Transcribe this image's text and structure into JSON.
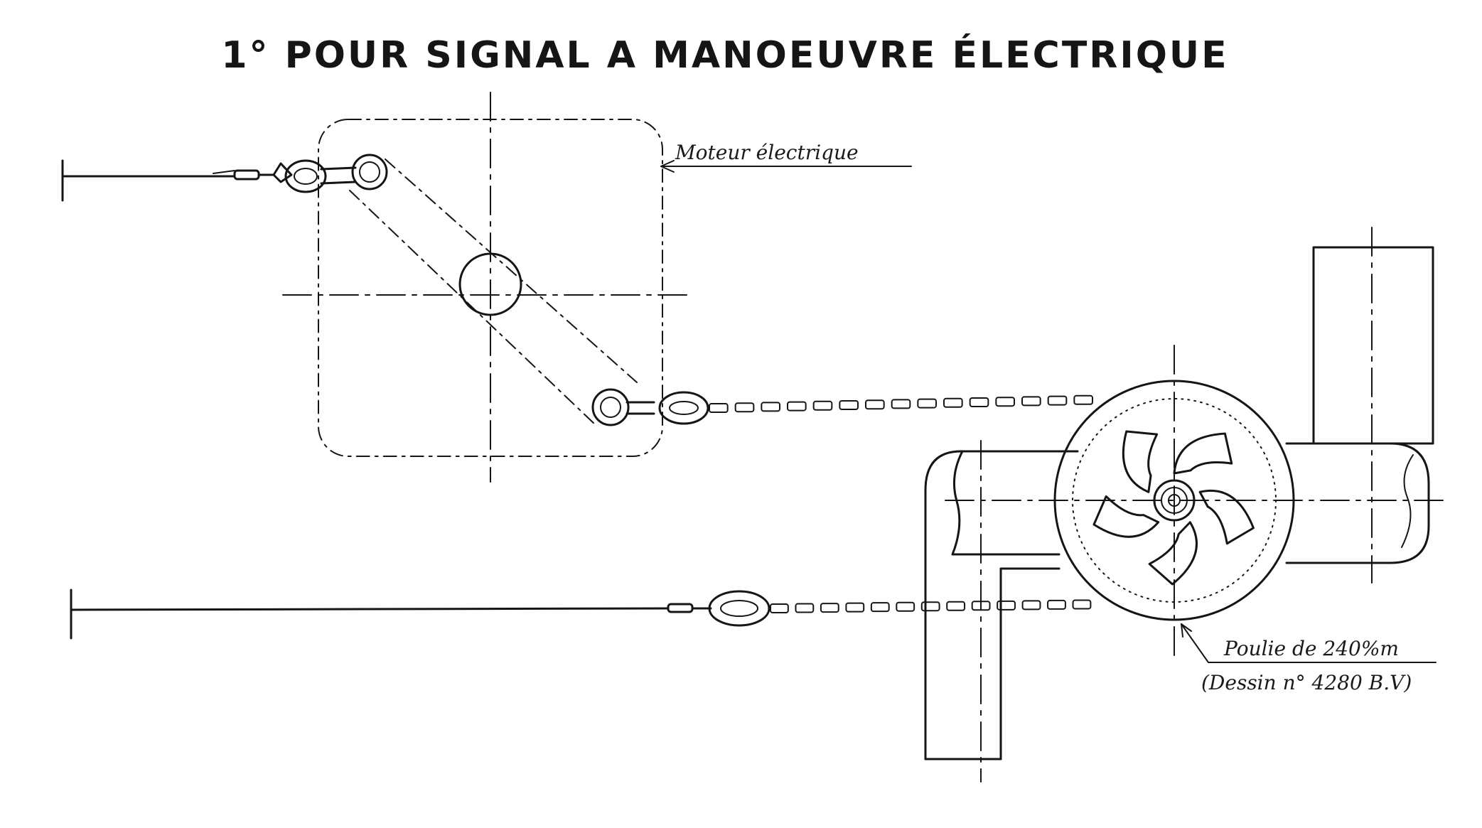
{
  "title": "1° POUR SIGNAL A MANOEUVRE ÉLECTRIQUE",
  "labels": {
    "motor": "Moteur électrique",
    "pulley": "Poulie de 240%m",
    "drawing_ref": "(Dessin n° 4280 B.V)"
  },
  "colors": {
    "ink": "#151515",
    "paper": "#ffffff"
  }
}
